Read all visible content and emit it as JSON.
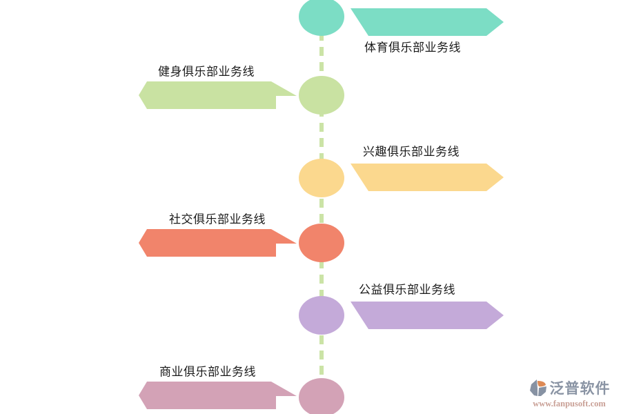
{
  "diagram": {
    "connector_color": "#cbe3a6",
    "items": [
      {
        "label": "体育俱乐部业务线",
        "side": "right",
        "color": "#7cddc5"
      },
      {
        "label": "健身俱乐部业务线",
        "side": "left",
        "color": "#c9e2a2"
      },
      {
        "label": "兴趣俱乐部业务线",
        "side": "right",
        "color": "#fbd88e"
      },
      {
        "label": "社交俱乐部业务线",
        "side": "left",
        "color": "#f1846b"
      },
      {
        "label": "公益俱乐部业务线",
        "side": "right",
        "color": "#c4aad9"
      },
      {
        "label": "商业俱乐部业务线",
        "side": "left",
        "color": "#d3a2b6"
      }
    ]
  },
  "watermark": {
    "brand": "泛普软件",
    "url": "www.fanpusoft.com",
    "brand_color": "#8a94a4",
    "url_color": "#c9a096",
    "logo_base_color": "#8792a3",
    "logo_accent_color": "#de8a55"
  }
}
